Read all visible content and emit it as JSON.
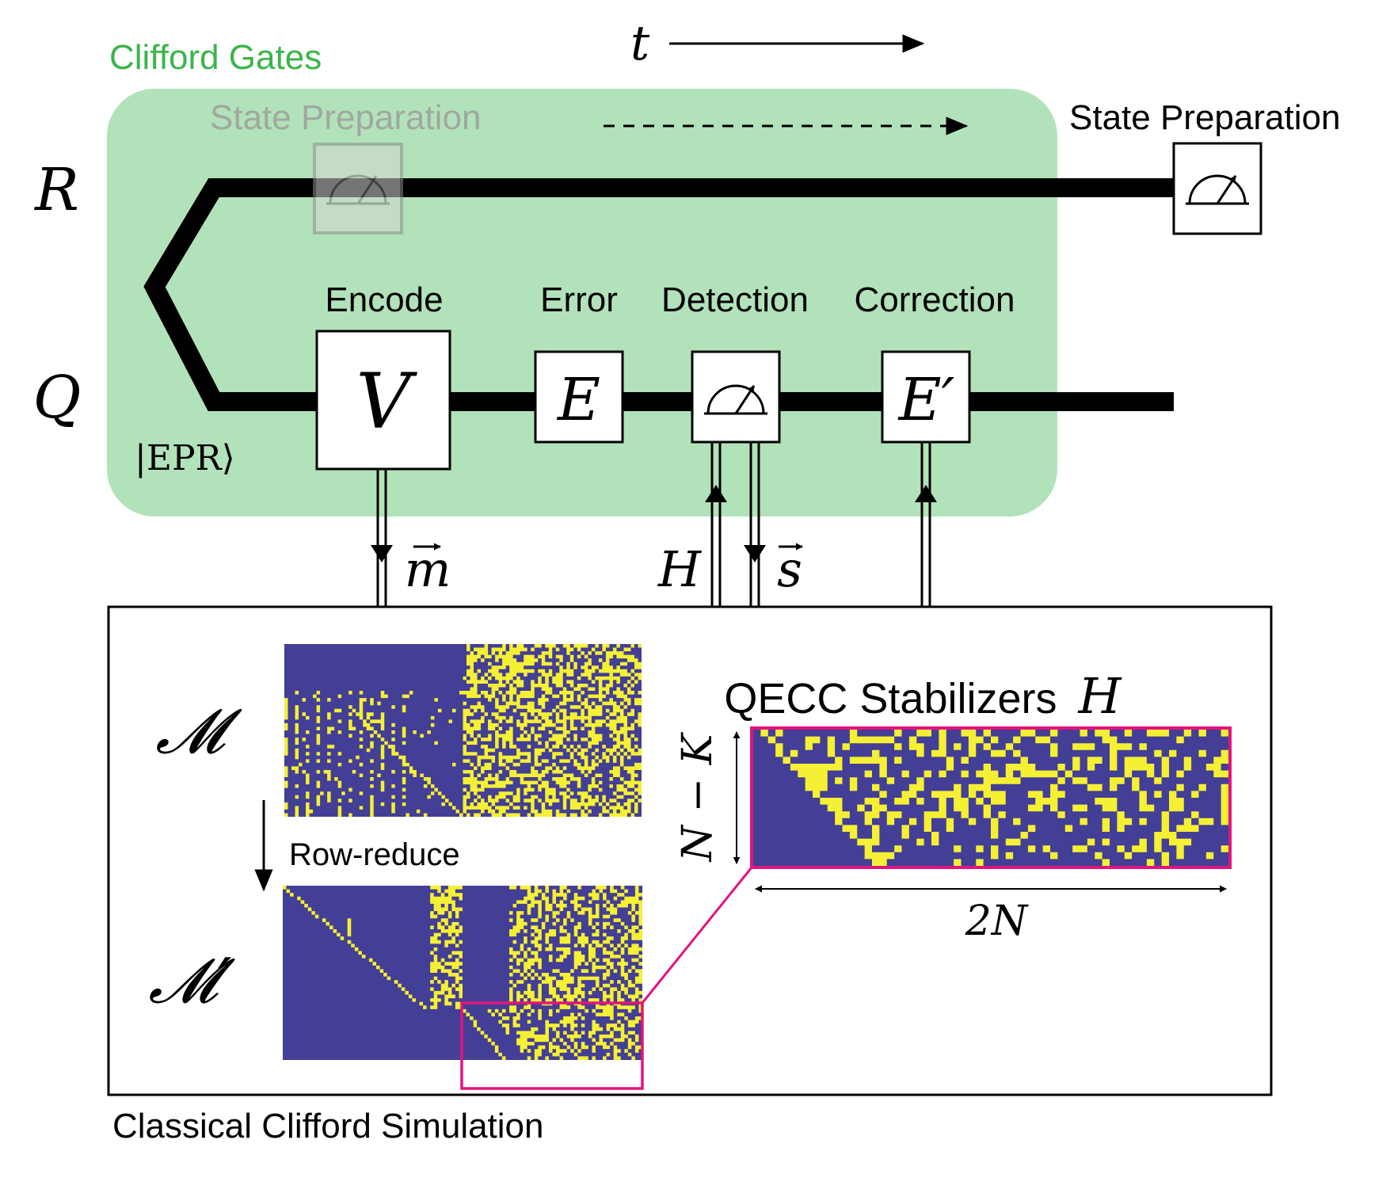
{
  "time_label": "t",
  "clifford_gates_label": "Clifford Gates",
  "state_prep_ghost_label": "State Preparation",
  "state_prep_label": "State Preparation",
  "wires": {
    "r_label": "R",
    "q_label": "Q",
    "epr_label": "|EPR⟩"
  },
  "stages": {
    "encode_label": "Encode",
    "error_label": "Error",
    "detection_label": "Detection",
    "correction_label": "Correction"
  },
  "gates": {
    "encode_symbol": "V",
    "error_symbol": "E",
    "correction_symbol": "E′"
  },
  "signals": {
    "m_label": "m",
    "h_label": "H",
    "s_label": "s"
  },
  "classical": {
    "box_label": "Classical Clifford Simulation",
    "matrix_m_label": "𝓜",
    "matrix_m_prime_label": "𝓜′",
    "row_reduce_label": "Row-reduce",
    "stabilizers_title": "QECC Stabilizers",
    "stabilizers_symbol": "H",
    "height_label": "N − K",
    "width_label": "2N"
  },
  "colors": {
    "clifford_green": "#3bb54a",
    "panel_green": "#b2e2ba",
    "matrix_bg": "#433e96",
    "matrix_fg": "#f5f033",
    "highlight": "#e2137f",
    "ghost": "#a0a8a0"
  }
}
